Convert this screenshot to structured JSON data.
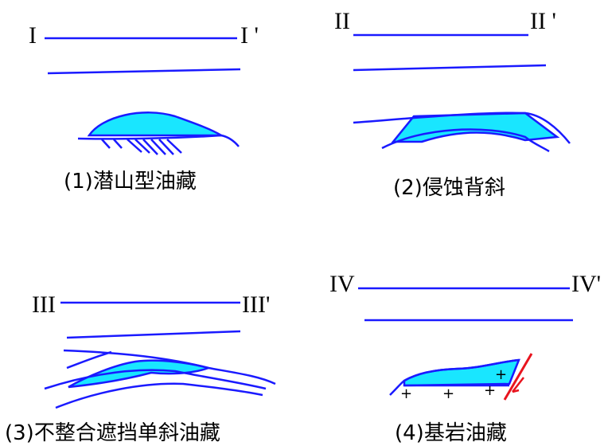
{
  "panels": [
    {
      "section_left": "I",
      "section_right": "I '",
      "caption": "(1)潜山型油藏"
    },
    {
      "section_left": "II",
      "section_right": "II '",
      "caption": "(2)侵蚀背斜"
    },
    {
      "section_left": "III",
      "section_right": "III'",
      "caption": "(3)不整合遮挡单斜油藏"
    },
    {
      "section_left": "IV",
      "section_right": "IV'",
      "caption": "(4)基岩油藏"
    }
  ],
  "symbols": {
    "plus": "+"
  },
  "colors": {
    "line": "#1a1aff",
    "oil": "#19e6ff",
    "fault": "#e8141e"
  }
}
